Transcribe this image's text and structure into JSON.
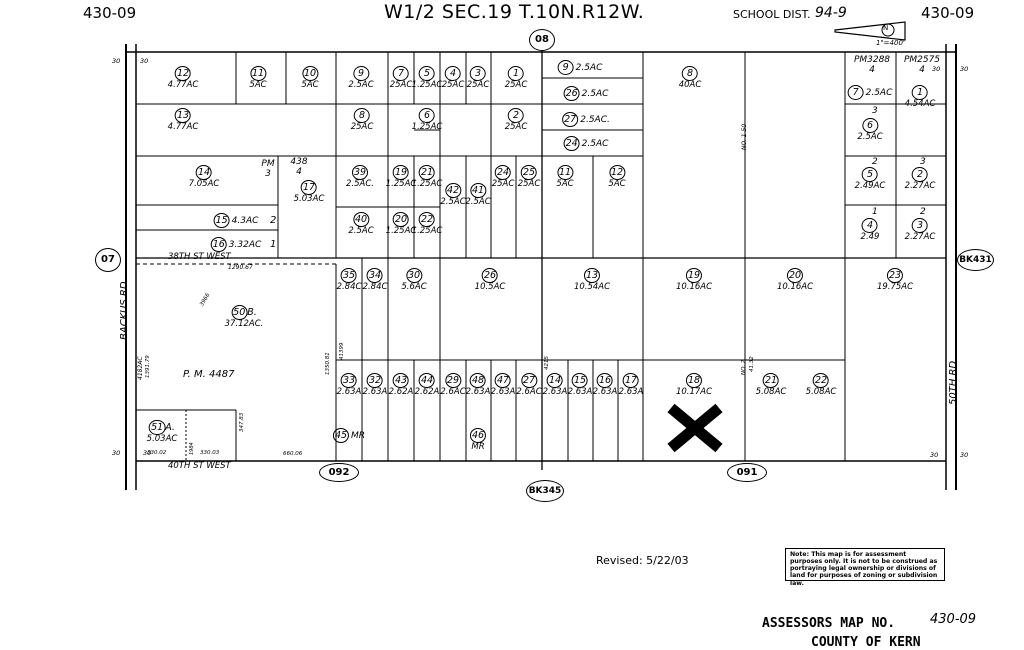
{
  "header": {
    "map_no_left": "430-09",
    "map_no_right": "430-09",
    "title": "W1/2 SEC.19 T.10N.R12W.",
    "school_district_label": "SCHOOL DIST.",
    "school_district_value": "94-9",
    "scale": "1\"=400'"
  },
  "adjacent_maps": {
    "north": "08",
    "west": "07",
    "east": "BK431",
    "south": "BK345",
    "south_left": "092",
    "south_right": "091"
  },
  "roads": {
    "west": "BACKUS RD",
    "east": "50TH RD",
    "street_north": "38TH ST WEST",
    "street_south": "40TH ST WEST",
    "north_road_label": "NO. 1 50"
  },
  "edge_dims": {
    "nw_a": "30",
    "nw_b": "30",
    "ne_a": "30",
    "ne_b": "30",
    "sw_a": "30",
    "sw_b": "30",
    "se_a": "30",
    "se_b": "30"
  },
  "dims": {
    "st38": "1290.67",
    "backus": "4182AC",
    "backus2": "1391.79",
    "diag": "3966",
    "v1350": "1350.81",
    "v1399": "41399",
    "d330a": "330.02",
    "d330b": "330.03",
    "d660": "660.06",
    "d347": "347.83",
    "d1984": "1984",
    "v4215": "4215",
    "no2": "NO. 2",
    "v4132": "41.32"
  },
  "subdivisions": {
    "pm3": "PM 3",
    "pm438": "438 4",
    "pm4487": "P. M. 4487",
    "pm3288": "PM3288 4",
    "pm2575": "PM2575 4",
    "lot_2": "2",
    "lot_1": "1",
    "lot_3": "3",
    "lot_2b": "2",
    "lot_3b": "3",
    "lot_1b": "1",
    "lot_2c": "2"
  },
  "parcels": [
    {
      "n": "12",
      "a": "4.77AC"
    },
    {
      "n": "11",
      "a": "5AC"
    },
    {
      "n": "10",
      "a": "5AC"
    },
    {
      "n": "9",
      "a": "2.5AC"
    },
    {
      "n": "7",
      "a": "25AC"
    },
    {
      "n": "5",
      "a": "1.25AC"
    },
    {
      "n": "4",
      "a": "25AC"
    },
    {
      "n": "3",
      "a": "25AC"
    },
    {
      "n": "1",
      "a": "25AC"
    },
    {
      "n": "13",
      "a": "4.77AC"
    },
    {
      "n": "8",
      "a": "25AC"
    },
    {
      "n": "6",
      "a": "1.25AC"
    },
    {
      "n": "2",
      "a": "25AC"
    },
    {
      "n": "14",
      "a": "7.05AC"
    },
    {
      "n": "17",
      "a": "5.03AC"
    },
    {
      "n": "39",
      "a": "2.5AC."
    },
    {
      "n": "19",
      "a": "1.25AC"
    },
    {
      "n": "21",
      "a": "1.25AC"
    },
    {
      "n": "42",
      "a": "2.5AC"
    },
    {
      "n": "41",
      "a": "2.5AC"
    },
    {
      "n": "24",
      "a": "25AC"
    },
    {
      "n": "25",
      "a": "25AC"
    },
    {
      "n": "15",
      "a": "4.3AC"
    },
    {
      "n": "16",
      "a": "3.32AC"
    },
    {
      "n": "40",
      "a": "2.5AC"
    },
    {
      "n": "20",
      "a": "1.25AC"
    },
    {
      "n": "22",
      "a": "1.25AC"
    },
    {
      "n": "9",
      "a": "2.5AC"
    },
    {
      "n": "26",
      "a": "2.5AC"
    },
    {
      "n": "27",
      "a": "2.5AC."
    },
    {
      "n": "24",
      "a": "2.5AC"
    },
    {
      "n": "11",
      "a": "5AC"
    },
    {
      "n": "12",
      "a": "5AC"
    },
    {
      "n": "8",
      "a": "40AC"
    },
    {
      "n": "7",
      "a": "2.5AC"
    },
    {
      "n": "1",
      "a": "4.54AC"
    },
    {
      "n": "6",
      "a": "2.5AC"
    },
    {
      "n": "5",
      "a": "2.49AC"
    },
    {
      "n": "2",
      "a": "2.27AC"
    },
    {
      "n": "4",
      "a": "2.49"
    },
    {
      "n": "3",
      "a": "2.27AC"
    },
    {
      "n": "35",
      "a": "2.84C"
    },
    {
      "n": "34",
      "a": "2.84C"
    },
    {
      "n": "30",
      "a": "5.6AC"
    },
    {
      "n": "26",
      "a": "10.5AC"
    },
    {
      "n": "13",
      "a": "10.54AC"
    },
    {
      "n": "19",
      "a": "10.16AC"
    },
    {
      "n": "20",
      "a": "10.16AC"
    },
    {
      "n": "23",
      "a": "19.75AC"
    },
    {
      "n": "50",
      "a": "37.12AC."
    },
    {
      "n": "33",
      "a": "2.63A"
    },
    {
      "n": "32",
      "a": "2.63A"
    },
    {
      "n": "43",
      "a": "2.62A"
    },
    {
      "n": "44",
      "a": "2.62A"
    },
    {
      "n": "29",
      "a": "2.6AC"
    },
    {
      "n": "48",
      "a": "2.63A"
    },
    {
      "n": "47",
      "a": "2.63A"
    },
    {
      "n": "27",
      "a": "2.6AC"
    },
    {
      "n": "14",
      "a": "2.63A"
    },
    {
      "n": "15",
      "a": "2.63A"
    },
    {
      "n": "16",
      "a": "2.63A"
    },
    {
      "n": "17",
      "a": "2.63A"
    },
    {
      "n": "18",
      "a": "10.17AC"
    },
    {
      "n": "21",
      "a": "5.08AC"
    },
    {
      "n": "22",
      "a": "5.08AC"
    },
    {
      "n": "51",
      "a": "5.03AC"
    },
    {
      "n": "45",
      "a": "MR"
    },
    {
      "n": "46",
      "a": "MR"
    }
  ],
  "parcel_suffix": {
    "p50": "B.",
    "p51": "A."
  },
  "mark": "X",
  "footer": {
    "revised": "Revised: 5/22/03",
    "note": "Note: This map is for assessment purposes only. It is not to be construed as portraying legal ownership or divisions of land for purposes of zoning or subdivision law.",
    "assessor_label": "ASSESSORS MAP NO.",
    "assessor_value": "430-09",
    "county": "COUNTY OF KERN"
  }
}
